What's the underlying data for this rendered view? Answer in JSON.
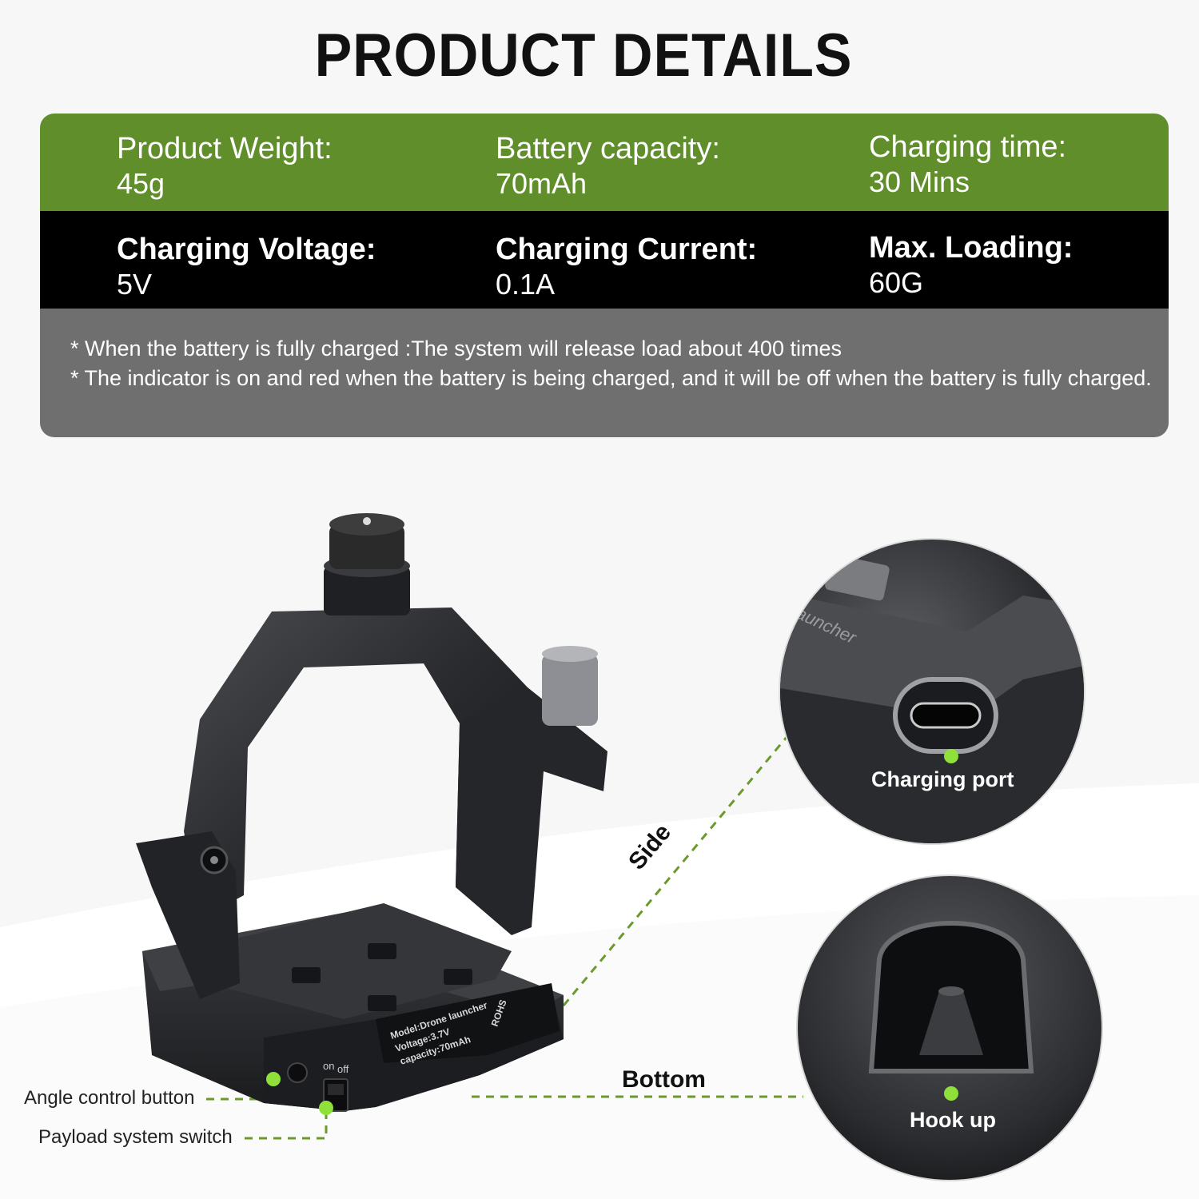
{
  "title": "PRODUCT DETAILS",
  "specs": {
    "row1": [
      {
        "label": "Product Weight:",
        "value": "45g"
      },
      {
        "label": "Battery capacity:",
        "value": "70mAh"
      },
      {
        "label": "Charging time:",
        "value": "30 Mins"
      }
    ],
    "row2": [
      {
        "label": "Charging Voltage:",
        "value": "5V"
      },
      {
        "label": "Charging Current:",
        "value": "0.1A"
      },
      {
        "label": "Max. Loading:",
        "value": "60G"
      }
    ],
    "notes": [
      "* When the battery is fully charged :The system will release load about 400 times",
      "* The indicator is on and red when the battery is being charged, and it will be off when the battery is fully charged."
    ]
  },
  "labels": {
    "charging_port": "Charging port",
    "hook_up": "Hook up",
    "side": "Side",
    "bottom": "Bottom",
    "angle_control_button": "Angle control button",
    "payload_system_switch": "Payload system switch",
    "switch_on": "on",
    "switch_off": "off"
  },
  "device_text": {
    "model": "Model:Drone launcher",
    "voltage": "Voltage:3.7V",
    "capacity": "capacity:70mAh",
    "rohs": "ROHS",
    "launcher": "launcher"
  },
  "colors": {
    "green_band": "#5f8e2a",
    "black_band": "#000000",
    "gray_band": "#6f6f6f",
    "indicator_dot": "#8fe03a",
    "dashed_line": "#6a9a2c"
  }
}
